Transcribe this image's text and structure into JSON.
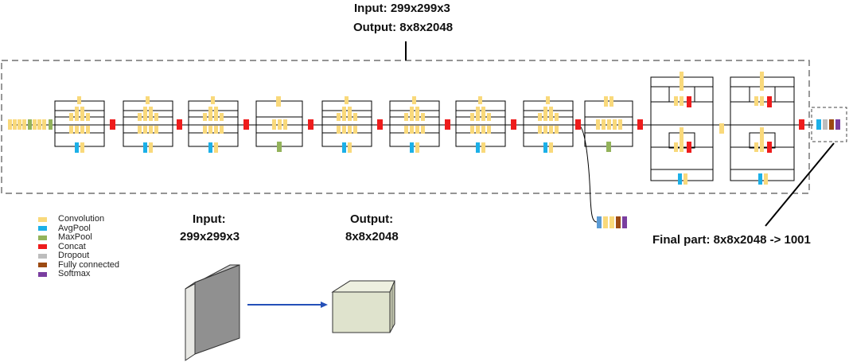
{
  "header": {
    "input_label": "Input: 299x299x3",
    "output_label": "Output: 8x8x2048"
  },
  "below": {
    "input_title": "Input:",
    "input_value": "299x299x3",
    "output_title": "Output:",
    "output_value": "8x8x2048"
  },
  "final_label": "Final part: 8x8x2048 -> 1001",
  "legend": [
    {
      "label": "Convolution",
      "color": "#f9d97b"
    },
    {
      "label": "AvgPool",
      "color": "#1cb0e8"
    },
    {
      "label": "MaxPool",
      "color": "#93b35a"
    },
    {
      "label": "Concat",
      "color": "#ee1c1c"
    },
    {
      "label": "Dropout",
      "color": "#bdbdbd"
    },
    {
      "label": "Fully connected",
      "color": "#9c4a12"
    },
    {
      "label": "Softmax",
      "color": "#7a3ea0"
    }
  ],
  "colors": {
    "conv": "#f9d97b",
    "avgpool": "#1cb0e8",
    "maxpool": "#93b35a",
    "concat": "#ee1c1c",
    "dropout": "#bdbdbd",
    "fc": "#9c4a12",
    "softmax": "#7a3ea0",
    "aux_avgpool": "#5b9bd5",
    "arrow": "#2450b8",
    "plane_face": "#909090",
    "cube_face": "#dfe3cd"
  }
}
